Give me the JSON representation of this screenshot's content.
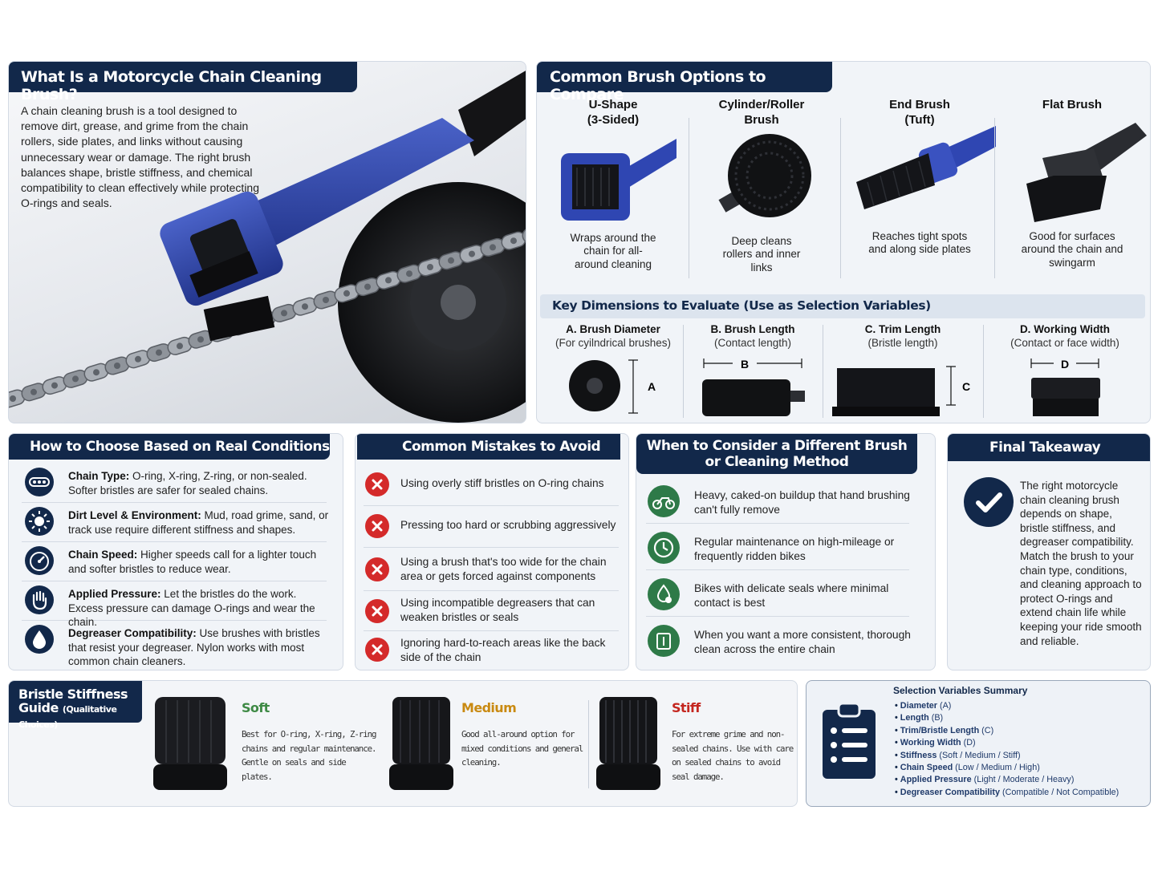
{
  "intro": {
    "title": "What Is a Motorcycle Chain Cleaning Brush?",
    "body": "A chain cleaning brush is a tool designed to remove dirt, grease, and grime from the chain rollers, side plates, and links without causing unnecessary wear or damage. The right brush balances shape, bristle stiffness, and chemical compatibility to clean effectively while protecting O-rings and seals."
  },
  "options": {
    "title": "Common Brush Options to Compare",
    "items": [
      {
        "name": "U-Shape\n(3-Sided)",
        "desc": "Wraps around the chain for all-around cleaning"
      },
      {
        "name": "Cylinder/Roller\nBrush",
        "desc": "Deep cleans rollers and inner links"
      },
      {
        "name": "End Brush\n(Tuft)",
        "desc": "Reaches tight spots and along side plates"
      },
      {
        "name": "Flat Brush",
        "desc": "Good for surfaces around the chain and swingarm"
      }
    ]
  },
  "dimensions": {
    "title": "Key Dimensions to Evaluate (Use as Selection Variables)",
    "items": [
      {
        "name": "A. Brush Diameter",
        "sub": "(For cyilndrical brushes)",
        "letter": "A"
      },
      {
        "name": "B. Brush Length",
        "sub": "(Contact length)",
        "letter": "B"
      },
      {
        "name": "C. Trim Length",
        "sub": "(Bristle length)",
        "letter": "C"
      },
      {
        "name": "D. Working Width",
        "sub": "(Contact or face width)",
        "letter": "D"
      }
    ]
  },
  "conditions": {
    "title": "How to Choose Based on Real Conditions",
    "items": [
      {
        "icon": "chain-icon",
        "label": "Chain Type:",
        "text": " O-ring, X-ring, Z-ring, or non-sealed. Softer bristles are safer for sealed chains."
      },
      {
        "icon": "dirt-icon",
        "label": "Dirt Level & Environment:",
        "text": " Mud, road grime, sand, or track use require different stiffness and shapes."
      },
      {
        "icon": "speedometer-icon",
        "label": "Chain Speed:",
        "text": " Higher speeds call for a lighter touch and softer bristles to reduce wear."
      },
      {
        "icon": "hand-icon",
        "label": "Applied Pressure:",
        "text": " Let the bristles do the work. Excess pressure can damage O-rings and wear the chain."
      },
      {
        "icon": "drop-icon",
        "label": "Degreaser Compatibility:",
        "text": " Use brushes with bristles that resist your degreaser. Nylon works with most common chain cleaners."
      }
    ]
  },
  "mistakes": {
    "title": "Common Mistakes to Avoid",
    "items": [
      "Using overly stiff bristles on O-ring chains",
      "Pressing too hard or scrubbing aggressively",
      "Using a brush that's too wide for the chain area or gets forced against components",
      "Using incompatible degreasers that can weaken bristles or seals",
      "Ignoring hard-to-reach areas like the back side of the chain"
    ]
  },
  "alternatives": {
    "title": "When to Consider a Different Brush\nor Cleaning Method",
    "items": [
      {
        "icon": "motorcycle-icon",
        "text": "Heavy, caked-on buildup that hand brushing can't fully remove"
      },
      {
        "icon": "clock-icon",
        "text": "Regular maintenance on high-mileage or frequently ridden bikes"
      },
      {
        "icon": "seal-icon",
        "text": "Bikes with delicate seals where minimal contact is best"
      },
      {
        "icon": "consistency-icon",
        "text": "When you want a more consistent, thorough clean across the entire chain"
      }
    ]
  },
  "takeaway": {
    "title": "Final Takeaway",
    "text": "The right motorcycle chain cleaning brush depends on shape, bristle stiffness, and degreaser compatibility. Match the brush to your chain type, conditions, and cleaning approach to protect O-rings and extend chain life while keeping your ride smooth and reliable."
  },
  "stiffness": {
    "title": "Bristle Stiffness",
    "title2": "Guide",
    "title_sub": "(Qualitative Choices)",
    "items": [
      {
        "name": "Soft",
        "color": "#3e8a45",
        "desc": "Best for O-ring, X-ring, Z-ring chains and regular maintenance. Gentle on seals and side plates."
      },
      {
        "name": "Medium",
        "color": "#c98a12",
        "desc": "Good all-around option for mixed conditions and general cleaning."
      },
      {
        "name": "Stiff",
        "color": "#c4261f",
        "desc": "For extreme grime and non-sealed chains. Use with care on sealed chains to avoid seal damage."
      }
    ]
  },
  "summary": {
    "title": "Selection Variables Summary",
    "items": [
      {
        "k": "Diameter",
        "v": " (A)"
      },
      {
        "k": "Length",
        "v": " (B)"
      },
      {
        "k": "Trim/Bristle Length",
        "v": " (C)"
      },
      {
        "k": "Working Width",
        "v": " (D)"
      },
      {
        "k": "Stiffness",
        "v": " (Soft / Medium / Stiff)"
      },
      {
        "k": "Chain Speed",
        "v": " (Low / Medium / High)"
      },
      {
        "k": "Applied Pressure",
        "v": " (Light / Moderate / Heavy)"
      },
      {
        "k": "Degreaser Compatibility",
        "v": " (Compatible / Not Compatible)"
      }
    ]
  }
}
